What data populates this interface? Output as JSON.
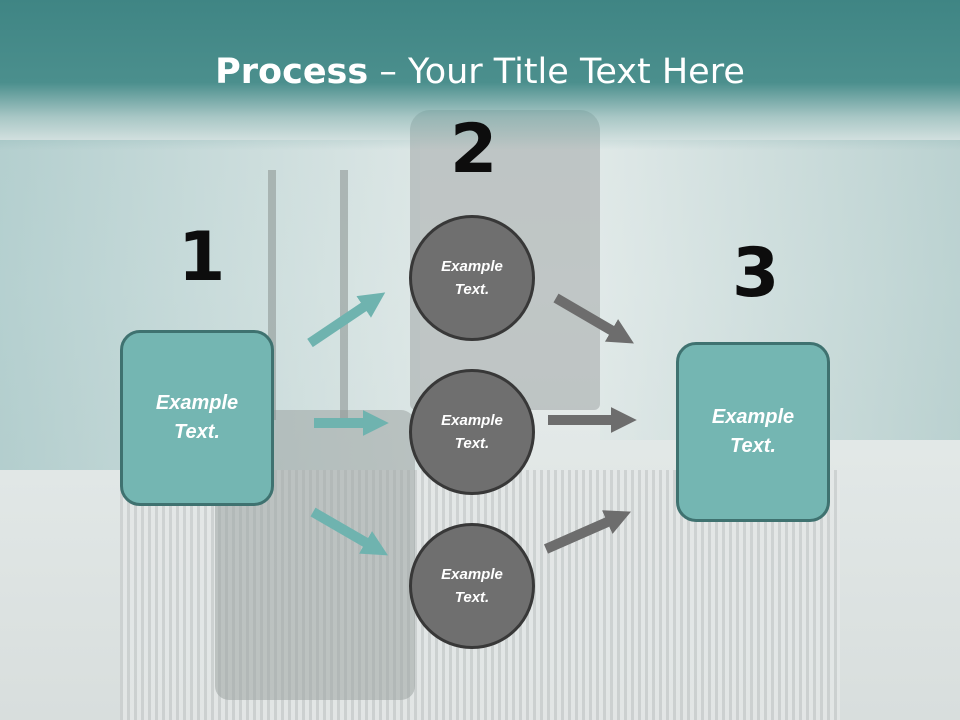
{
  "title": {
    "bold": "Process",
    "rest": " – Your Title Text Here"
  },
  "numbers": [
    "1",
    "2",
    "3"
  ],
  "left_box": {
    "text": "Example Text."
  },
  "circles": [
    {
      "text": "Example Text."
    },
    {
      "text": "Example Text."
    },
    {
      "text": "Example Text."
    }
  ],
  "right_box": {
    "text": "Example Text."
  },
  "colors": {
    "header": "#4b8f8d",
    "box": "#74b6b2",
    "circle": "#6f6f6f",
    "arrow_teal": "#6fb3af",
    "arrow_gray": "#6d6d6d"
  }
}
